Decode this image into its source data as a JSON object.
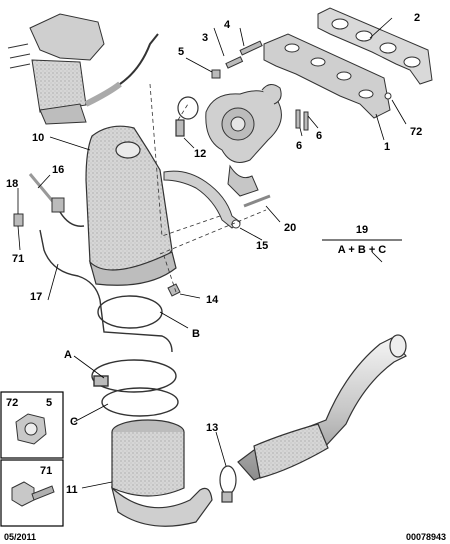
{
  "diagram": {
    "callouts": {
      "n1": "1",
      "n2": "2",
      "n3": "3",
      "n4": "4",
      "n5": "5",
      "n6": "6",
      "n10": "10",
      "n11": "11",
      "n12": "12",
      "n13": "13",
      "n14": "14",
      "n15": "15",
      "n16": "16",
      "n17": "17",
      "n18": "18",
      "n19": "19",
      "n20": "20",
      "n71": "71",
      "n72": "72",
      "a": "A",
      "b": "B",
      "c": "C"
    },
    "kit_formula": "A + B + C",
    "legend_boxes": [
      {
        "labels": [
          "72",
          "5"
        ],
        "icon": "flanged-nut-icon"
      },
      {
        "labels": [
          "71"
        ],
        "icon": "flanged-bolt-icon"
      }
    ],
    "date_code": "05/2011",
    "diagram_number": "00078943"
  }
}
